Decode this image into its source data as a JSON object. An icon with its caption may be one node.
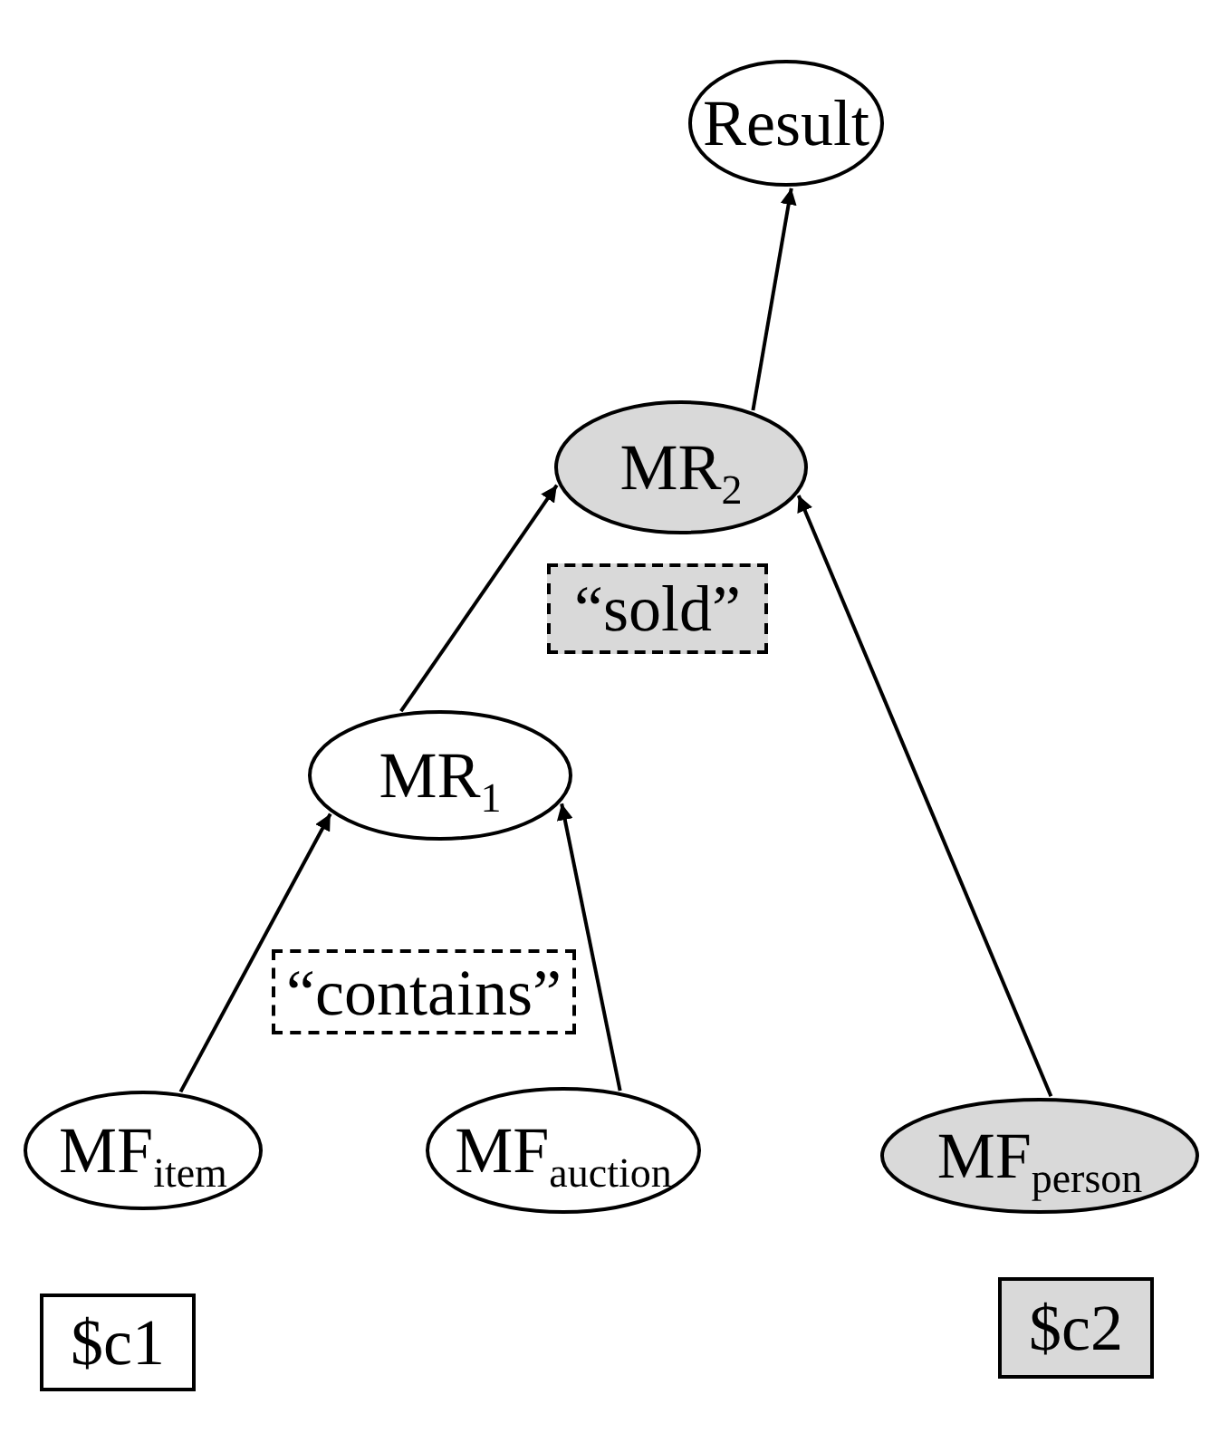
{
  "diagram": {
    "nodes": [
      {
        "text": [
          "Result"
        ]
      },
      {
        "text": [
          "MR$_{2}$"
        ]
      },
      {
        "text": [
          "“sold”"
        ]
      },
      {
        "text": [
          "MR$_{1}$"
        ]
      },
      {
        "text": [
          "“contains”"
        ]
      },
      {
        "text": [
          "MF$_{item}$"
        ]
      },
      {
        "text": [
          "MF$_{auction}$"
        ]
      },
      {
        "text": [
          "MF$_{person}$"
        ]
      },
      {
        "text": [
          "$c1"
        ]
      },
      {
        "text": [
          "$c2"
        ]
      }
    ],
    "edges": [
      {
        "from": 5,
        "to": 3,
        "arrow": "to"
      },
      {
        "from": 6,
        "to": 3,
        "arrow": "to"
      },
      {
        "from": 3,
        "to": 1,
        "arrow": "to"
      },
      {
        "from": 7,
        "to": 1,
        "arrow": "to"
      },
      {
        "from": 1,
        "to": 0,
        "arrow": "to"
      }
    ]
  }
}
